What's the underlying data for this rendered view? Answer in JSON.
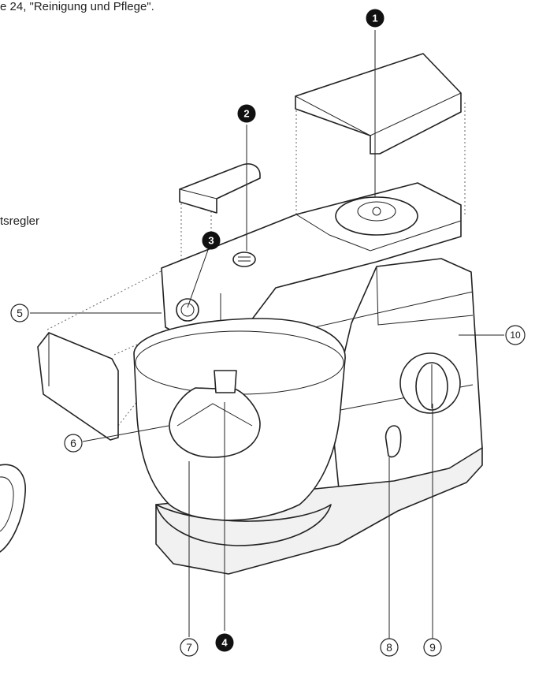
{
  "text_fragments": {
    "top": "e 24, \"Reinigung und Pflege\".",
    "middle": "tsregler"
  },
  "callouts": {
    "c1": "1",
    "c2": "2",
    "c3": "3",
    "c4": "4",
    "c5": "5",
    "c6": "6",
    "c7": "7",
    "c8": "8",
    "c9": "9",
    "c10": "10"
  }
}
